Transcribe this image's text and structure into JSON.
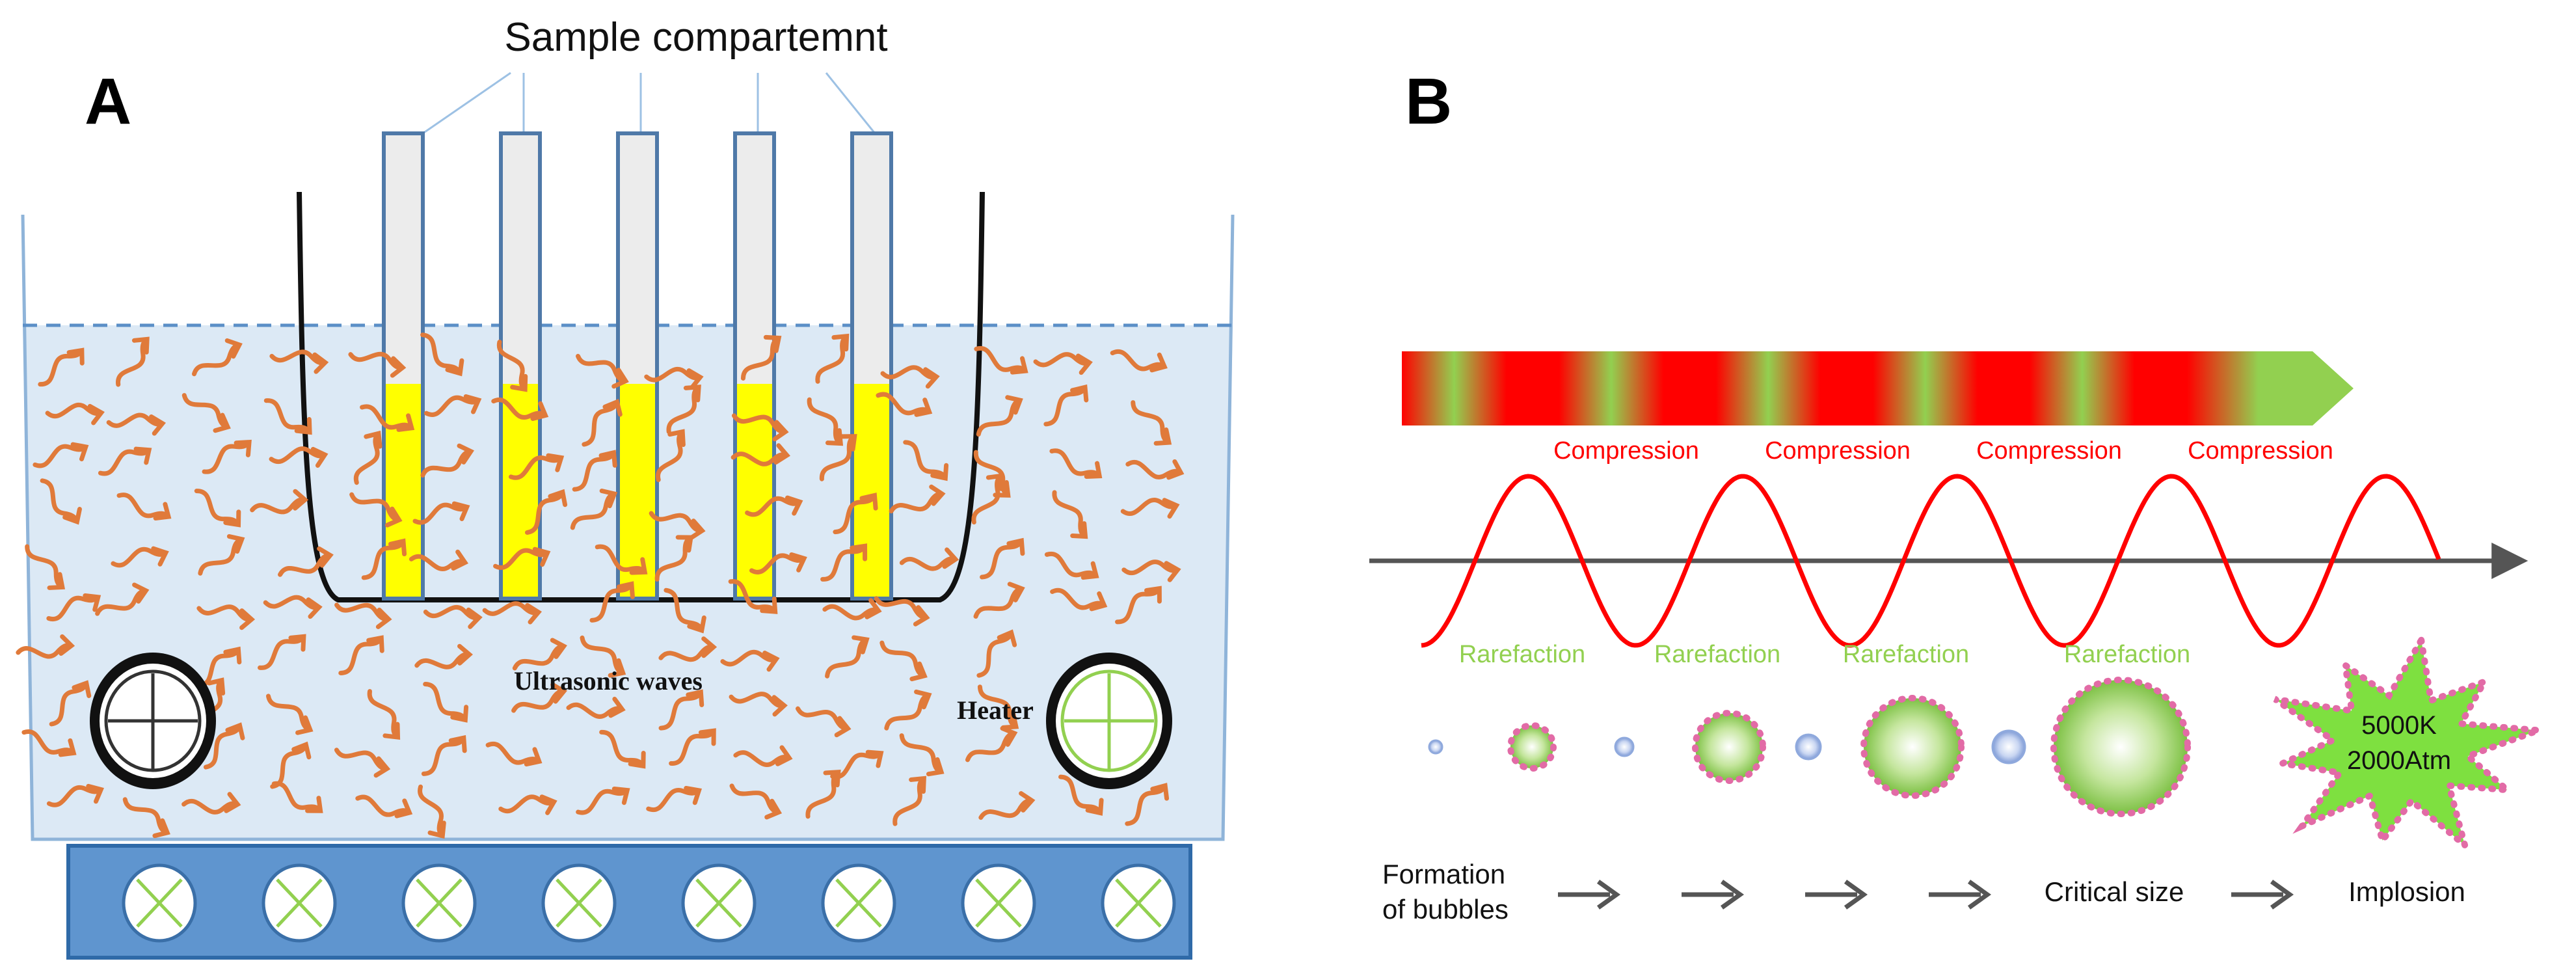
{
  "panel_a": {
    "letter": "A",
    "sample_label": "Sample compartemnt",
    "waves_label": "Ultrasonic waves",
    "heater_label": "Heater"
  },
  "panel_b": {
    "letter": "B",
    "compression_labels": [
      "Compression",
      "Compression",
      "Compression",
      "Compression"
    ],
    "rarefaction_labels": [
      "Rarefaction",
      "Rarefaction",
      "Rarefaction",
      "Rarefaction"
    ],
    "star_text": [
      "5000K",
      "2000Atm"
    ],
    "process_labels": {
      "formation_line1": "Formation",
      "formation_line2": "of bubbles",
      "critical": "Critical size",
      "implosion": "Implosion"
    }
  },
  "colors": {
    "water": "#dce9f5",
    "tank_outline": "#8fb4d9",
    "water_line": "#5b8fc7",
    "arrow": "#e07a3a",
    "tube_fill": "#ececec",
    "tube_outline": "#4f79a8",
    "sample": "#ffff00",
    "base": "#5f95cf",
    "wave": "#ff0000",
    "axis": "#555555",
    "compression_text": "#ff0000",
    "rarefaction_text": "#92d050",
    "bubble_green": "#92d050",
    "bubble_border": "#e26ba6",
    "small_bubble": "#8fa9dd"
  }
}
